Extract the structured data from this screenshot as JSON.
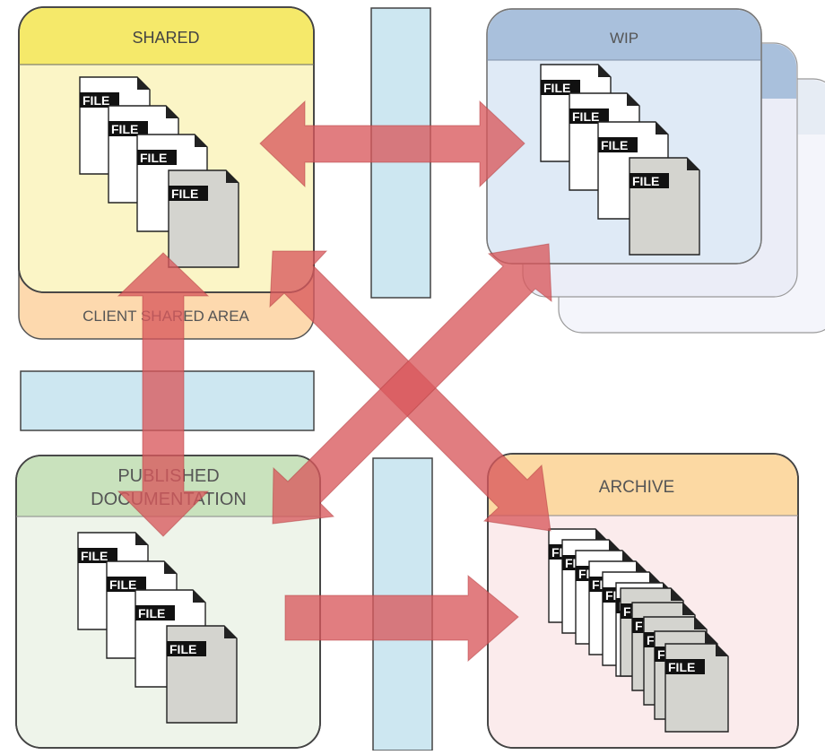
{
  "zones": {
    "shared": {
      "title": "SHARED",
      "subtitle": "CLIENT SHARED AREA"
    },
    "wip": {
      "title": "WIP"
    },
    "published": {
      "title_line1": "PUBLISHED",
      "title_line2": "DOCUMENTATION"
    },
    "archive": {
      "title": "ARCHIVE"
    }
  },
  "file_label": "FILE",
  "colors": {
    "shared_header": "#f5e96a",
    "shared_body": "#fbf5c6",
    "client_area": "#fdd9ae",
    "wip_header": "#a9c0dc",
    "wip_body": "#dfeaf6",
    "published_header": "#c9e2bd",
    "published_body": "#eef4ea",
    "archive_header": "#fcd9a3",
    "archive_body": "#fbebec",
    "gate": "#cde7f1",
    "arrow": "#d9595c",
    "file_gray": "#d4d4cf"
  },
  "icons": [
    "file-icon",
    "bidirectional-arrow-icon",
    "arrow-icon"
  ]
}
